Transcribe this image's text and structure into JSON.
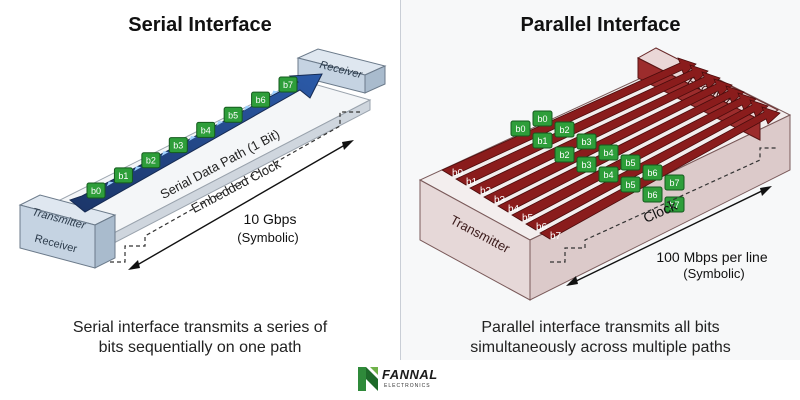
{
  "serial": {
    "title": "Serial Interface",
    "transmitter_label": "Transmitter",
    "receiver_label_bottom": "Receiver",
    "receiver_label_top": "Receiver",
    "path_label": "Serial Data Path (1 Bit)",
    "clock_label": "Embedded Clock",
    "speed_label": "10 Gbps",
    "speed_note": "(Symbolic)",
    "bits": [
      "b0",
      "b1",
      "b2",
      "b3",
      "b4",
      "b5",
      "b6",
      "b7"
    ],
    "caption_line1": "Serial interface transmits a series of",
    "caption_line2": "bits sequentially on one path",
    "colors": {
      "path": "#1f3f7a",
      "block": "#c9d7e6",
      "bit": "#2e9e3a"
    }
  },
  "parallel": {
    "title": "Parallel Interface",
    "transmitter_label": "Transmitter",
    "receiver_label": "Receiver",
    "clock_label": "Clock",
    "speed_label": "100 Mbps per line",
    "speed_note": "(Symbolic)",
    "lines": [
      "b0",
      "b1",
      "b2",
      "b3",
      "b4",
      "b5",
      "b6",
      "b7"
    ],
    "bit_tags": [
      "b0",
      "b0",
      "b1",
      "b2",
      "b2",
      "b3",
      "b3",
      "b4",
      "b4",
      "b5",
      "b5",
      "b6",
      "b6",
      "b7",
      "b7"
    ],
    "caption_line1": "Parallel interface transmits all bits",
    "caption_line2": "simultaneously across multiple paths",
    "colors": {
      "path": "#8a1c1c",
      "block": "#e8d2d2",
      "bit": "#2e9e3a"
    }
  },
  "footer": {
    "brand": "FANNAL",
    "brand_sub": "ELECTRONICS",
    "logo_icon": "fannal-logo-icon"
  }
}
